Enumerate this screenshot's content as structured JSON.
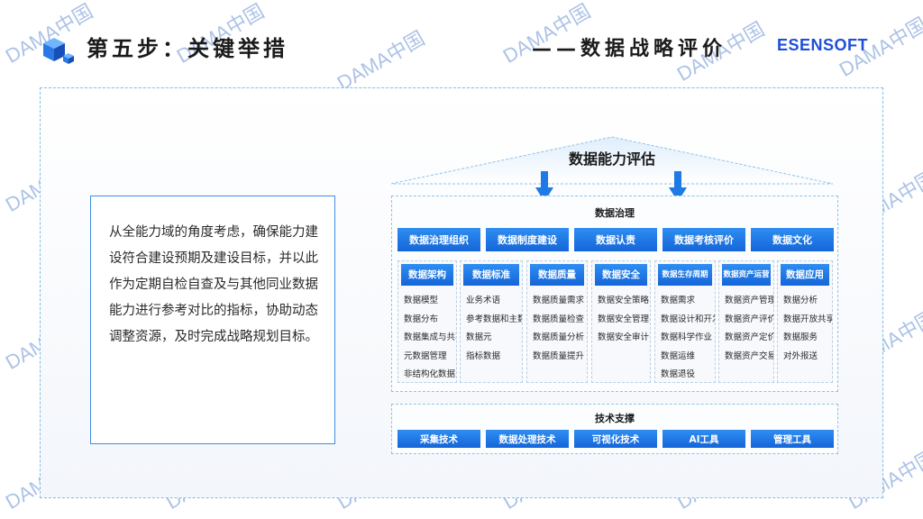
{
  "header": {
    "title_left": "第五步：关键举措",
    "title_right": "——数据战略评价",
    "brand": "ESENSOFT"
  },
  "description": "从全能力域的角度考虑，确保能力建设符合建设预期及建设目标，并以此作为定期自检自查及与其他同业数据能力进行参考对比的指标，协助动态调整资源，及时完成战略规划目标。",
  "diagram": {
    "roof_title": "数据能力评估",
    "governance_title": "数据治理",
    "top_row": [
      "数据治理组织",
      "数据制度建设",
      "数据认责",
      "数据考核评价",
      "数据文化"
    ],
    "columns": [
      {
        "title": "数据架构",
        "items": [
          "数据模型",
          "数据分布",
          "数据集成与共享",
          "元数据管理",
          "非结构化数据"
        ]
      },
      {
        "title": "数据标准",
        "items": [
          "业务术语",
          "参考数据和主数据",
          "数据元",
          "指标数据"
        ]
      },
      {
        "title": "数据质量",
        "items": [
          "数据质量需求",
          "数据质量检查",
          "数据质量分析",
          "数据质量提升"
        ]
      },
      {
        "title": "数据安全",
        "items": [
          "数据安全策略",
          "数据安全管理",
          "数据安全审计"
        ]
      },
      {
        "title": "数据生存周期",
        "items": [
          "数据需求",
          "数据设计和开发",
          "数据科学作业",
          "数据运维",
          "数据退役"
        ]
      },
      {
        "title": "数据资产运营",
        "items": [
          "数据资产管理",
          "数据资产评价",
          "数据资产定价",
          "数据资产交易"
        ]
      },
      {
        "title": "数据应用",
        "items": [
          "数据分析",
          "数据开放共享",
          "数据服务",
          "对外报送"
        ]
      }
    ],
    "tech_title": "技术支撑",
    "tech_row": [
      "采集技术",
      "数据处理技术",
      "可视化技术",
      "AI工具",
      "管理工具"
    ]
  },
  "watermark": "DAMA中国",
  "colors": {
    "accent": "#1565d8",
    "brand": "#1f4fd8",
    "frame": "#7cc0e8"
  }
}
